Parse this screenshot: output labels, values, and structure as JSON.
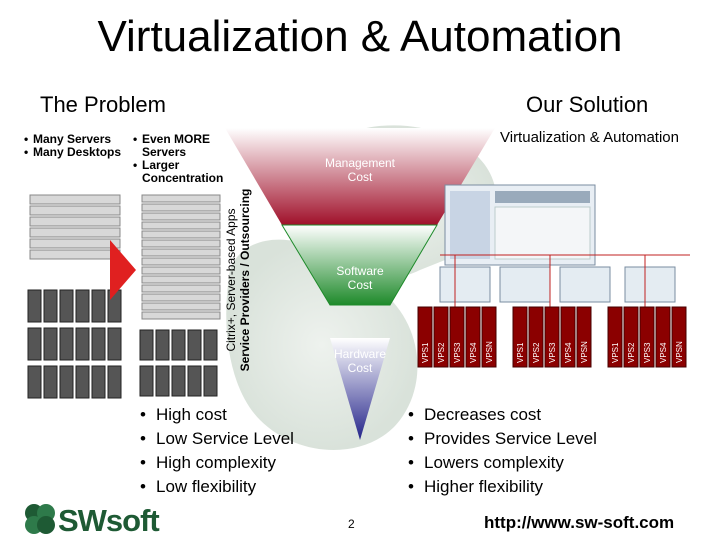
{
  "title": "Virtualization & Automation",
  "problem": {
    "heading": "The Problem",
    "bullets_left": [
      "Many Servers",
      "Many Desktops"
    ],
    "bullets_mid": [
      [
        "Even MORE",
        "Servers"
      ],
      [
        "Larger",
        "Concentration"
      ]
    ],
    "rotated_lines": [
      "Citrix+, Server-based Apps",
      "Service Providers / Outsourcing"
    ]
  },
  "solution": {
    "heading": "Our Solution",
    "subheading": "Virtualization & Automation",
    "vps_labels": [
      "VPS1",
      "VPS2",
      "VPS3",
      "VPS4",
      "VPSN"
    ]
  },
  "triangle": {
    "management": [
      "Management",
      "Cost"
    ],
    "software": [
      "Software",
      "Cost"
    ],
    "hardware": [
      "Hardware",
      "Cost"
    ]
  },
  "left_list": [
    "High cost",
    "Low Service Level",
    "High complexity",
    "Low flexibility"
  ],
  "right_list": [
    "Decreases cost",
    "Provides Service Level",
    "Lowers complexity",
    "Higher flexibility"
  ],
  "footer": {
    "logo": "SWsoft",
    "page": "2",
    "url": "http://www.sw-soft.com"
  },
  "colors": {
    "management": "#a0102a",
    "software": "#1e8a2a",
    "hardware": "#24248a",
    "logo_green": "#1e5a34",
    "arrow_red": "#e02020"
  }
}
